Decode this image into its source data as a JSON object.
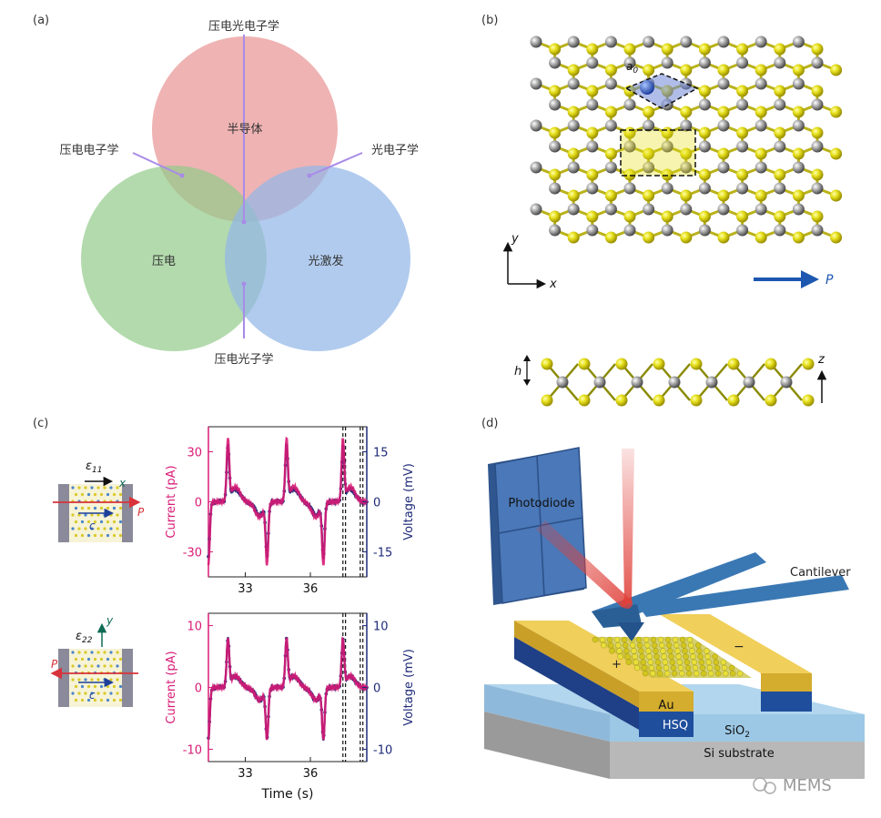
{
  "panel_a": {
    "label": "(a)",
    "top_label": "压电光电子学",
    "semiconductor": "半导体",
    "piezo_electronics": "压电电子学",
    "opto_electronics": "光电子学",
    "piezo": "压电",
    "photoexcitation": "光激发",
    "piezo_photonics": "压电光子学",
    "colors": {
      "red": "#ea9e9e",
      "green": "#93cb8a",
      "blue": "#93b7e8",
      "line": "#b48be8"
    }
  },
  "panel_b": {
    "label": "(b)",
    "lattice_const": "a",
    "lattice_sub": "0",
    "axis_y": "y",
    "axis_x": "x",
    "polarization": "P",
    "height": "h",
    "axis_z": "z",
    "colors": {
      "metal": "#8a8a8a",
      "chalcogen": "#e6df1b",
      "bond_dark": "#555555",
      "polar": "#1d57b0"
    }
  },
  "panel_c": {
    "label": "(c)",
    "strain_top": "ε",
    "strain_top_sub": "11",
    "strain_bottom": "ε",
    "strain_bottom_sub": "22",
    "x_label": "x",
    "y_label": "y",
    "c_label": "c",
    "P_label": "P",
    "x_axis_label": "Time (s)",
    "chart_data": [
      {
        "type": "line",
        "x_ticks": [
          "33",
          "36"
        ],
        "y_ticks": [
          "30",
          "0",
          "-30"
        ],
        "y2_ticks": [
          "15",
          "0",
          "-15"
        ],
        "ylabel": "Current (pA)",
        "y2label": "Voltage (mV)",
        "xlim": [
          31.3,
          38.6
        ],
        "ylim": [
          -45,
          45
        ],
        "y2lim": [
          -22.5,
          22.5
        ],
        "peak_times": [
          32.2,
          34.9,
          37.5
        ],
        "current_peak": 36,
        "current_valley": -36,
        "voltage_peak": 16,
        "voltage_valley": -16,
        "dashed_pairs": [
          [
            37.5,
            37.62
          ],
          [
            38.3,
            38.42
          ]
        ]
      },
      {
        "type": "line",
        "x_ticks": [
          "33",
          "36"
        ],
        "y_ticks": [
          "10",
          "0",
          "-10"
        ],
        "y2_ticks": [
          "10",
          "0",
          "-10"
        ],
        "ylabel": "Current (pA)",
        "y2label": "Voltage (mV)",
        "xlim": [
          31.3,
          38.6
        ],
        "ylim": [
          -12,
          12
        ],
        "y2lim": [
          -12,
          12
        ],
        "peak_times": [
          32.2,
          34.9,
          37.5
        ],
        "current_peak": 7.5,
        "current_valley": -8,
        "voltage_peak": 7.5,
        "voltage_valley": -8,
        "dashed_pairs": [
          [
            37.5,
            37.62
          ],
          [
            38.3,
            38.42
          ]
        ]
      }
    ],
    "colors": {
      "current": "#d81b76",
      "voltage": "#1e2a78",
      "axis_left": "#d81b76",
      "axis_right": "#1e2a78"
    }
  },
  "panel_d": {
    "label": "(d)",
    "photodiode": "Photodiode",
    "cantilever": "Cantilever",
    "plus": "+",
    "minus": "−",
    "au": "Au",
    "hsq": "HSQ",
    "sio2": "SiO",
    "sio2_sub": "2",
    "substrate": "Si substrate",
    "colors": {
      "photodiode": "#3c68a8",
      "cantilever": "#3a78b4",
      "gold": "#e2bc3c",
      "hsq": "#1f4e9c",
      "sio2": "#9cc8e6",
      "si": "#b8b8b8",
      "laser": "#e0413a"
    }
  },
  "watermark": {
    "text": "MEMS"
  }
}
